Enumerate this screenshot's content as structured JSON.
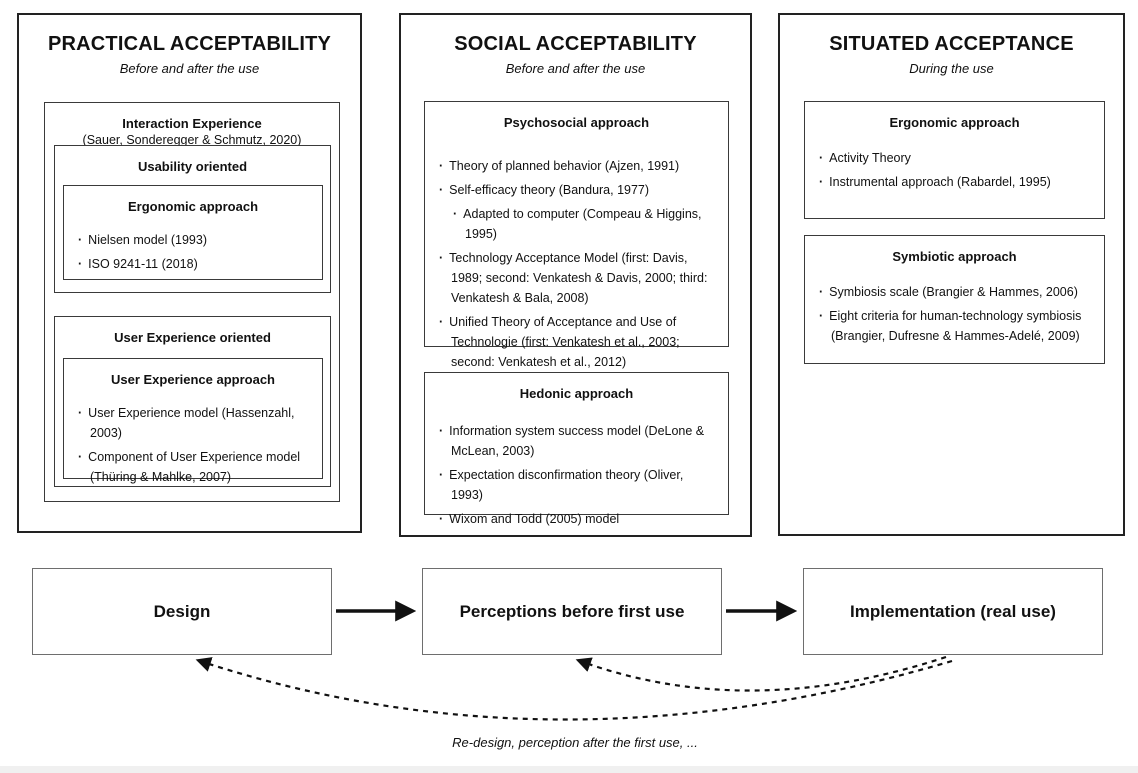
{
  "columns": [
    {
      "title": "PRACTICAL ACCEPTABILITY",
      "subtitle": "Before and after the use",
      "interaction": {
        "title": "Interaction Experience",
        "source": "(Sauer, Sonderegger & Schmutz, 2020)"
      },
      "usability": {
        "title": "Usability oriented",
        "ergonomic": {
          "title": "Ergonomic approach",
          "items": [
            "Nielsen model (1993)",
            "ISO 9241-11 (2018)"
          ]
        }
      },
      "ux": {
        "title": "User Experience oriented",
        "approach": {
          "title": "User Experience approach",
          "items": [
            "User Experience model (Hassenzahl, 2003)",
            "Component of User Experience model (Thüring & Mahlke, 2007)"
          ]
        }
      }
    },
    {
      "title": "SOCIAL ACCEPTABILITY",
      "subtitle": "Before and after the use",
      "psychosocial": {
        "title": "Psychosocial approach",
        "items": [
          "Theory of planned behavior (Ajzen, 1991)",
          "Self-efficacy theory (Bandura, 1977)",
          "Adapted to computer (Compeau & Higgins, 1995)",
          "Technology Acceptance Model (first: Davis, 1989; second: Venkatesh & Davis, 2000; third: Venkatesh & Bala, 2008)",
          "Unified Theory of Acceptance and Use of Technologie (first: Venkatesh et al., 2003; second: Venkatesh et al., 2012)"
        ]
      },
      "hedonic": {
        "title": "Hedonic approach",
        "items": [
          "Information system success model (DeLone & McLean, 2003)",
          "Expectation disconfirmation theory (Oliver, 1993)",
          "Wixom and Todd (2005) model"
        ]
      }
    },
    {
      "title": "SITUATED ACCEPTANCE",
      "subtitle": "During the use",
      "ergonomic": {
        "title": "Ergonomic approach",
        "items": [
          "Activity Theory",
          "Instrumental approach (Rabardel, 1995)"
        ]
      },
      "symbiotic": {
        "title": "Symbiotic approach",
        "items": [
          "Symbiosis scale (Brangier & Hammes, 2006)",
          "Eight criteria for human-technology symbiosis (Brangier, Dufresne & Hammes-Adelé, 2009)"
        ]
      }
    }
  ],
  "flow": {
    "steps": [
      "Design",
      "Perceptions before first use",
      "Implementation (real use)"
    ],
    "caption": "Re-design, perception after the first use, ..."
  },
  "colors": {
    "ink": "#111111",
    "outer_border": "#222222",
    "inner_border": "#3a3a3a",
    "flow_border": "#6e6e6e",
    "background": "#ffffff"
  }
}
